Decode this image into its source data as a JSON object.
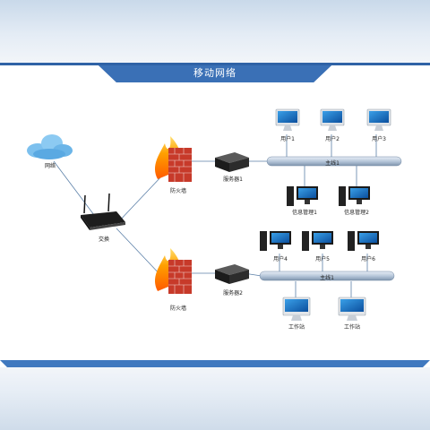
{
  "title": "移动网络",
  "colors": {
    "bar": "#2f62a6",
    "bar_light": "#4f86c6",
    "line": "#5b7fa8"
  },
  "nodes": {
    "cloud": "网络",
    "router": "交换",
    "firewall1": "防火墙",
    "firewall2": "防火墙",
    "server1": "服务器1",
    "server2": "服务器2",
    "bus1": "主线1",
    "bus2": "主线1",
    "users_top": [
      "用户1",
      "用户2",
      "用户3"
    ],
    "ops": [
      "信息管理1",
      "信息管理2"
    ],
    "users_mid": [
      "用户4",
      "用户5",
      "用户6"
    ],
    "workstations": [
      "工作站",
      "工作站"
    ]
  }
}
